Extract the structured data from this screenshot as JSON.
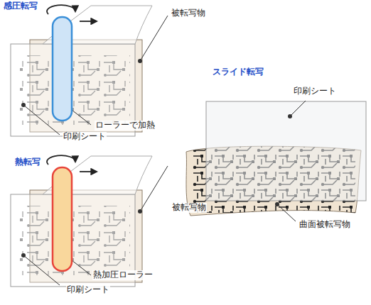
{
  "diagram": {
    "labels": [
      "感圧転写",
      "被転写物",
      "ローラーで加熱",
      "印刷シート",
      "熱転写",
      "熱加圧ローラー",
      "印刷シート",
      "被転写物",
      "スライド転写",
      "印刷シート",
      "曲面被転写物"
    ]
  }
}
